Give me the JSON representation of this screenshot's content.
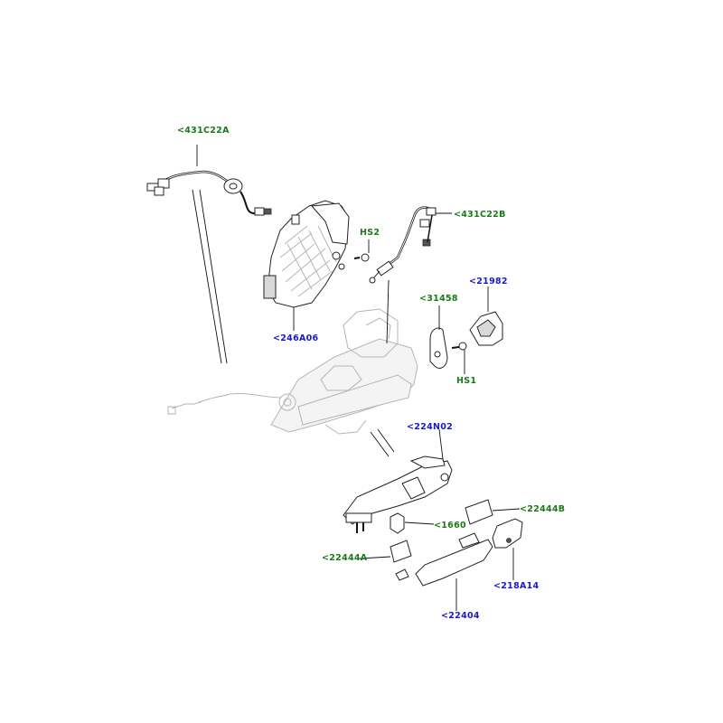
{
  "callouts": {
    "c431C22A": "<431C22A",
    "c431C22B": "<431C22B",
    "cHS2": "HS2",
    "c246A06": "<246A06",
    "c31458": "<31458",
    "c21982": "<21982",
    "cHS1": "HS1",
    "c224N02": "<224N02",
    "c1660": "<1660",
    "c22444B": "<22444B",
    "c22444A": "<22444A",
    "c218A14": "<218A14",
    "c22404": "<22404"
  },
  "colors": {
    "green_label": "#1a7a1a",
    "blue_label": "#1a1acc"
  }
}
